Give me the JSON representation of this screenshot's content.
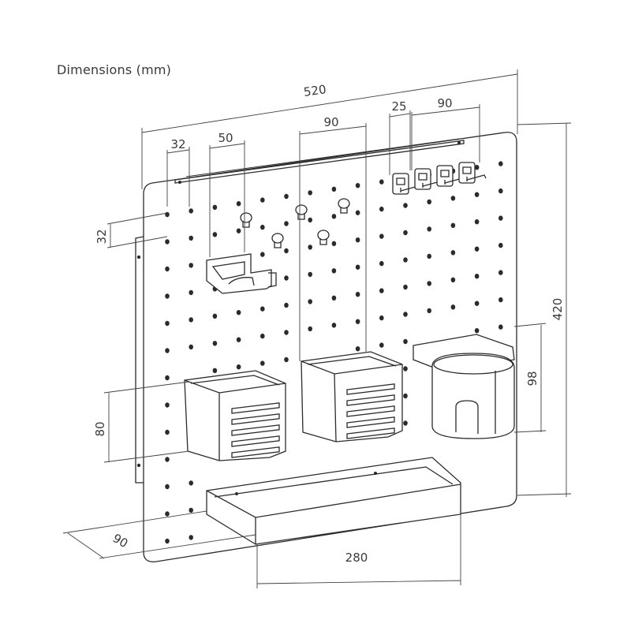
{
  "title": "Dimensions (mm)",
  "colors": {
    "line": "#2b2b2b",
    "text": "#3a3a3a",
    "background": "#ffffff"
  },
  "dimensions": {
    "overall_width": "520",
    "overall_height": "420",
    "hole_spacing_horizontal": "32",
    "hole_spacing_vertical": "32",
    "hook_holder_width": "50",
    "basket_width": "90",
    "hook_spacing": "25",
    "hook_rail_width": "90",
    "basket_height": "80",
    "cup_height": "98",
    "shelf_depth": "90",
    "shelf_width": "280"
  }
}
